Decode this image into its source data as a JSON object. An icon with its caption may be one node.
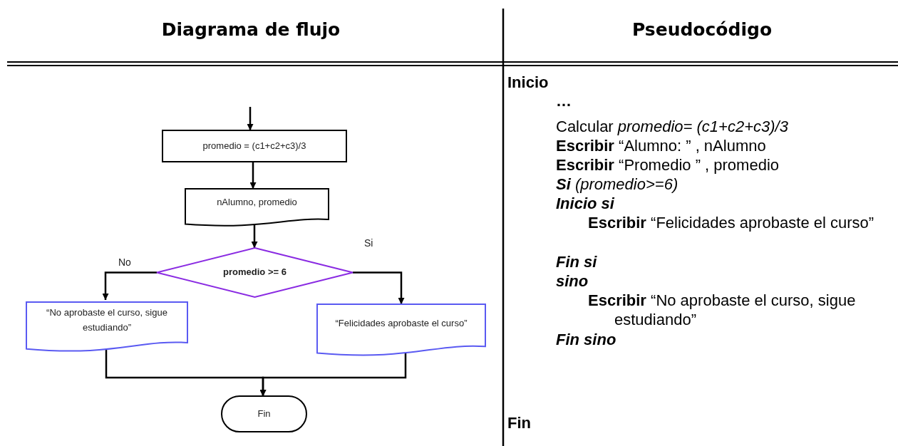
{
  "diagram": {
    "nodes": [
      {
        "text": [
          "promedio = (c1+c2+c3)/3"
        ]
      },
      {
        "text": [
          "nAlumno, promedio"
        ]
      },
      {
        "text": [
          "promedio >= 6"
        ]
      },
      {
        "text": [
          "“No aprobaste el curso, sigue estudiando”"
        ]
      },
      {
        "text": [
          "“Felicidades aprobaste el curso”"
        ]
      },
      {
        "text": [
          "Fin"
        ]
      }
    ],
    "edges": [
      {
        "from": null,
        "to": 0,
        "arrow": "to"
      },
      {
        "from": 0,
        "to": 1,
        "arrow": "to"
      },
      {
        "from": 1,
        "to": 2,
        "arrow": "to"
      },
      {
        "from": 2,
        "to": 3,
        "arrow": "to",
        "label": "No"
      },
      {
        "from": 2,
        "to": 4,
        "arrow": "to",
        "label": "Si"
      },
      {
        "from": 3,
        "to": 5,
        "arrow": "to"
      },
      {
        "from": 4,
        "to": 5,
        "arrow": "to"
      }
    ],
    "labels": [
      "Diagrama de flujo",
      "Pseudocódigo",
      "Inicio",
      "…",
      "Calcular *promedio= (c1+c2+c3)/3*",
      "**Escribir** “Alumno:  ” ,  nAlumno",
      "**Escribir** “Promedio ” ,  promedio",
      "**Si** (promedio>=6)",
      "Inicio si",
      "**Escribir** “Felicidades aprobaste el curso”",
      "Fin si",
      "sino",
      "**Escribir** “No aprobaste el curso, sigue estudiando”",
      "Fin sino",
      "Fin"
    ]
  }
}
